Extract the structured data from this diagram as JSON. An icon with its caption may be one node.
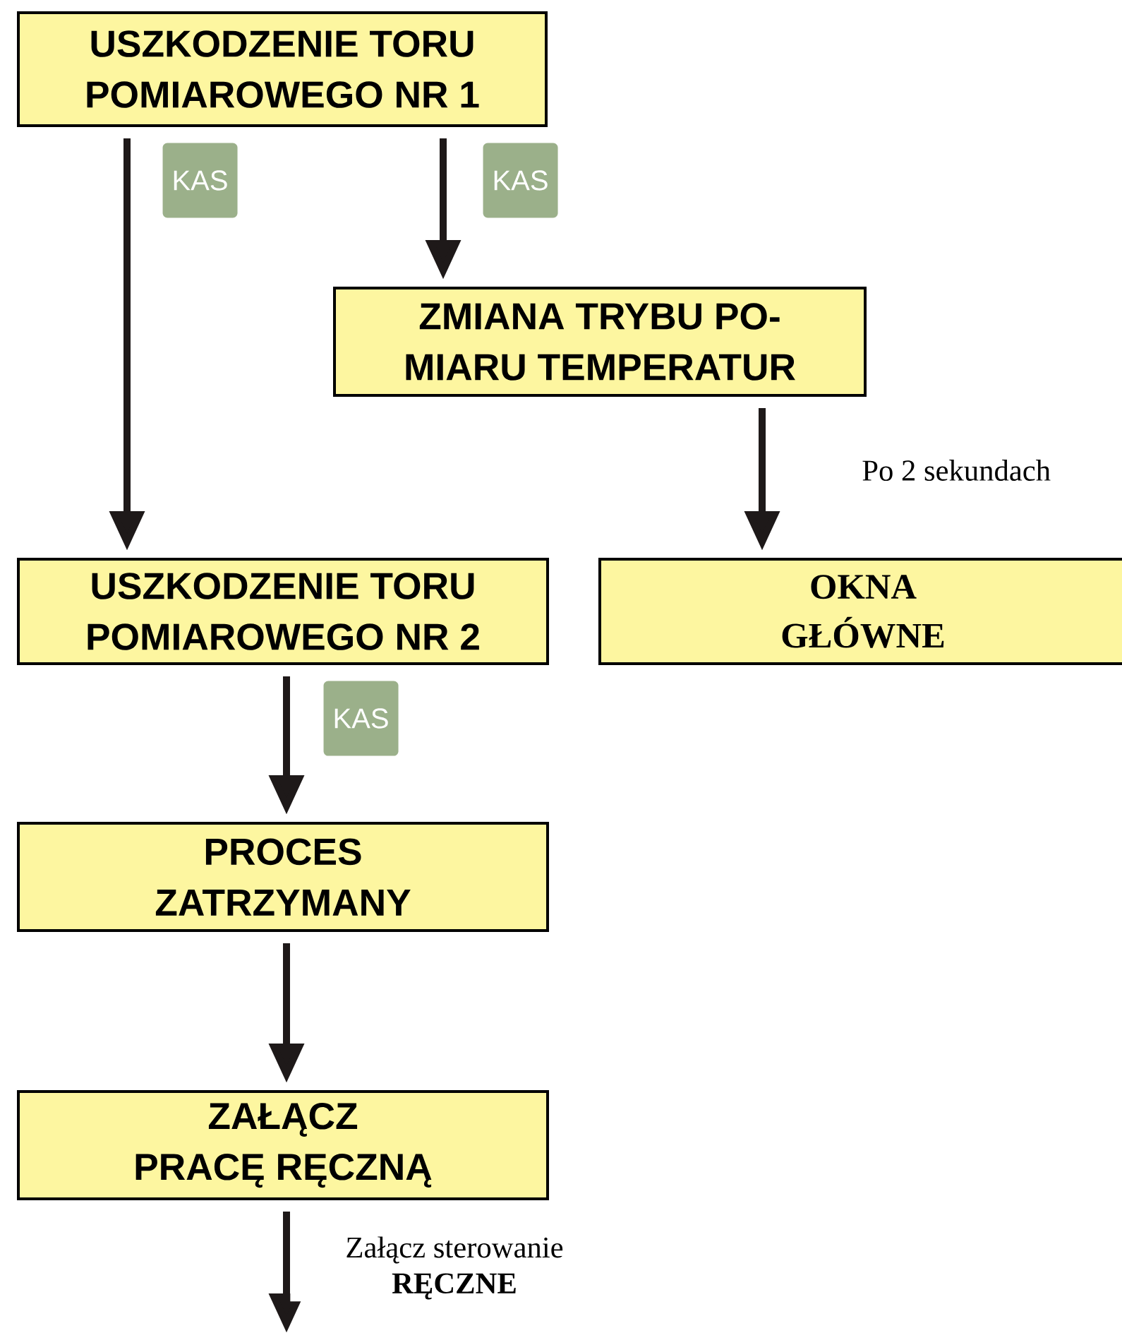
{
  "diagram": {
    "nodes": [
      {
        "text": [
          "USZKODZENIE TORU POMIAROWEGO NR 1"
        ]
      },
      {
        "text": [
          "KAS"
        ]
      },
      {
        "text": [
          "KAS"
        ]
      },
      {
        "text": [
          "ZMIANA TRYBU PO- MIARU TEMPERATUR"
        ]
      },
      {
        "text": [
          "USZKODZENIE TORU POMIAROWEGO NR 2"
        ]
      },
      {
        "text": [
          "OKNA GŁÓWNE"
        ]
      },
      {
        "text": [
          "KAS"
        ]
      },
      {
        "text": [
          "PROCES ZATRZYMANY"
        ]
      },
      {
        "text": [
          "ZAŁĄCZ PRACĘ RĘCZNĄ"
        ]
      }
    ],
    "edges": [
      {
        "from": 0,
        "to": 4,
        "arrow": "to"
      },
      {
        "from": 0,
        "to": 3,
        "arrow": "to"
      },
      {
        "from": 3,
        "to": 5,
        "arrow": "to",
        "label": "Po 2 sekundach"
      },
      {
        "from": 4,
        "to": 7,
        "arrow": "to"
      },
      {
        "from": 7,
        "to": 8,
        "arrow": "to"
      },
      {
        "from": 8,
        "to": null,
        "arrow": "to",
        "label": "Załącz sterowanie **RĘCZNE**"
      }
    ]
  }
}
